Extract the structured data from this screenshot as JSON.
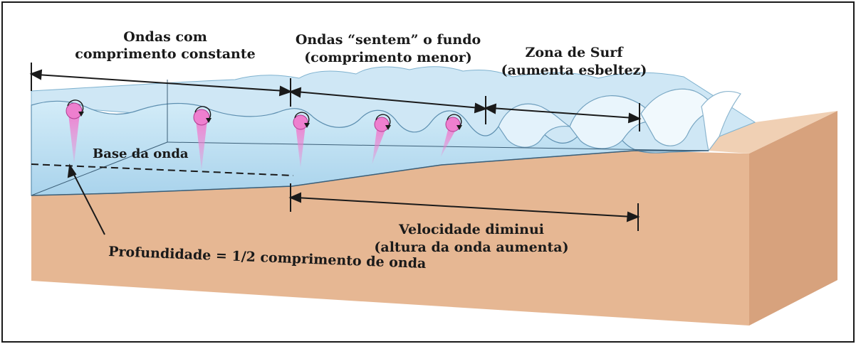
{
  "labels": {
    "constant_line1": "Ondas com",
    "constant_line2": "comprimento constante",
    "feel_line1": "Ondas “sentem” o fundo",
    "feel_line2": "(comprimento menor)",
    "surf_line1": "Zona de Surf",
    "surf_line2": "(aumenta esbeltez)",
    "wave_base": "Base da onda",
    "speed_line1": "Velocidade diminui",
    "speed_line2": "(altura da onda aumenta)",
    "depth": "Profundidade = 1/2 comprimento de onda"
  },
  "colors": {
    "water": "#b9dcef",
    "water_deep": "#9fcbe6",
    "sand": "#e6b793",
    "sand_side": "#d7a27d",
    "sand_dark": "#c98f69",
    "orbit": "#ee7fcf",
    "line": "#1a1a1a"
  }
}
